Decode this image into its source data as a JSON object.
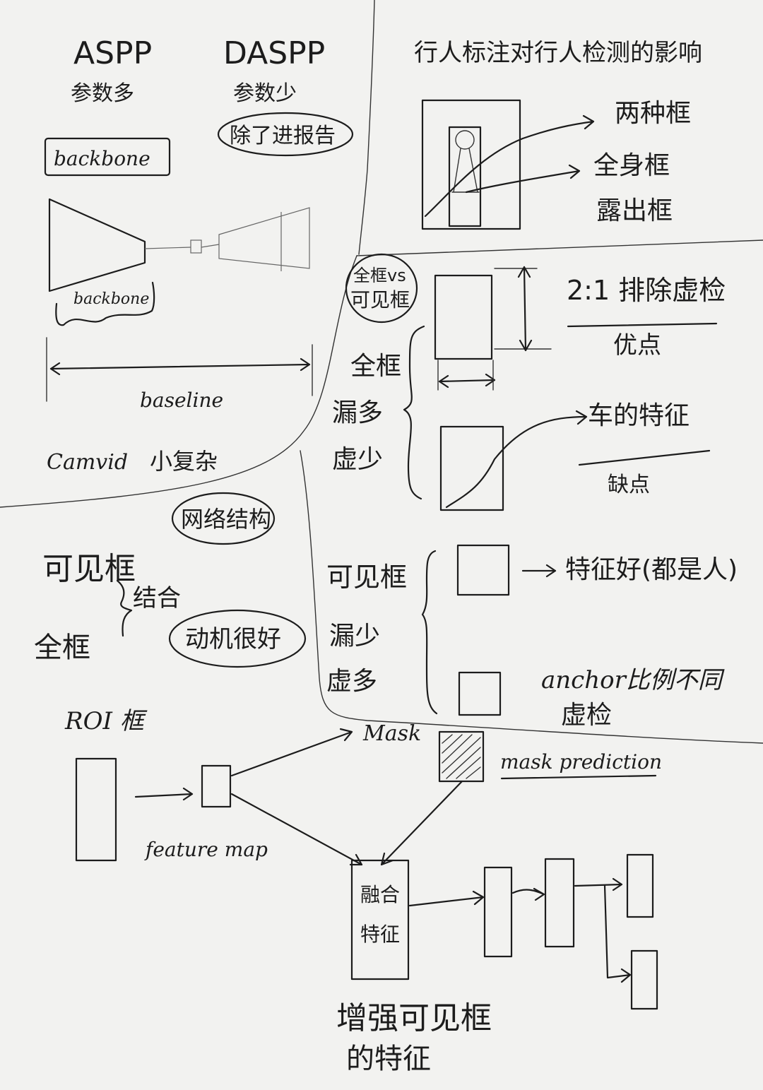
{
  "aspp": {
    "title": "ASPP",
    "note": "参数多"
  },
  "daspp": {
    "title": "DASPP",
    "note": "参数少",
    "tag": "除了进报告"
  },
  "backbone_box": "backbone",
  "backbone_curve": "backbone",
  "baseline": "baseline",
  "camvid": "Camvid",
  "camvid_note": "小复杂",
  "pedestrian_title": "行人标注对行人检测的影响",
  "two_boxes": "两种框",
  "full_box": "全身框",
  "visible_box": "露出框",
  "full_vs_visible": [
    "全框vs",
    "可见框"
  ],
  "ratio_label": "2:1 排除虚检",
  "advantage": "优点",
  "full_frame": "全框",
  "miss_more": "漏多",
  "fp_less": "虚少",
  "car_feature": "车的特征",
  "drawback": "缺点",
  "network": "网络结构",
  "visible_frame": "可见框",
  "combine": "结合",
  "full_frame_2": "全框",
  "motivation": "动机很好",
  "miss_less": "漏少",
  "fp_more": "虚多",
  "feature_all": "特征好(都是人)",
  "anchor_ratio": "anchor比例不同",
  "fp_det": "虚检",
  "roi": "ROI 框",
  "feature_map": "feature map",
  "mask": "Mask",
  "mask_prediction": "mask prediction",
  "fused": [
    "融合",
    "特征"
  ],
  "enhance": [
    "增强可见框",
    "的特征"
  ]
}
